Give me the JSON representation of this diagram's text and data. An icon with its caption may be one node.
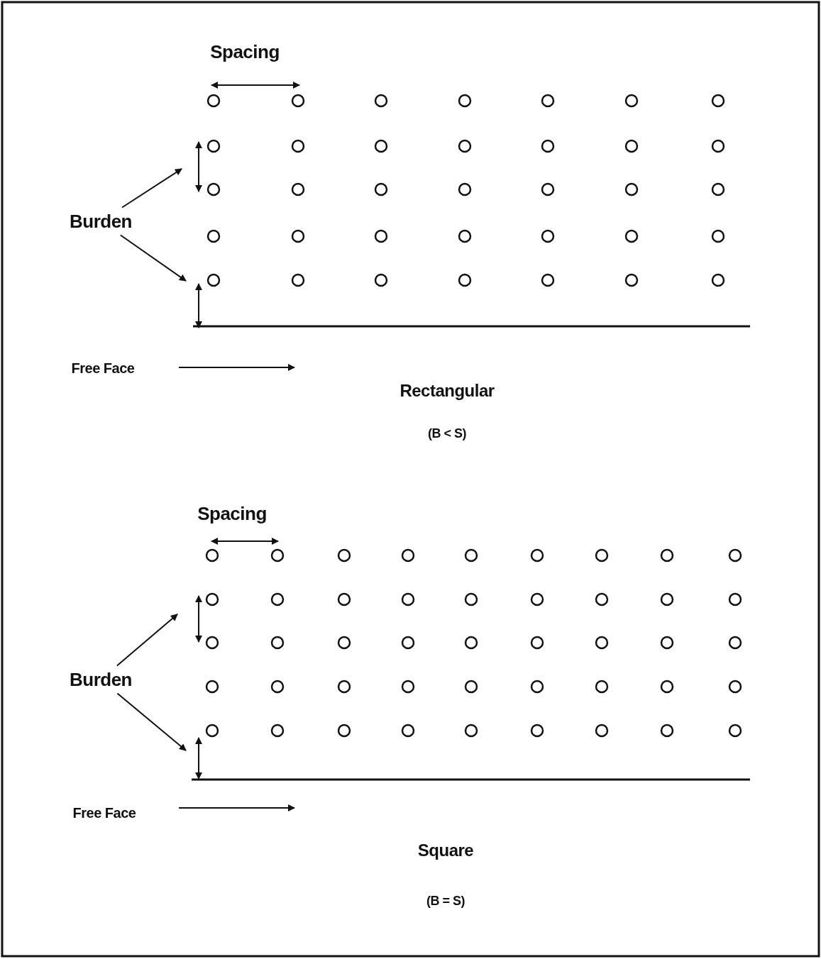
{
  "diagram": {
    "nodes": [
      {
        "text": [
          "Burden"
        ]
      },
      {
        "text": [
          "Burden"
        ]
      }
    ],
    "edges": [
      {
        "from": 0,
        "to": null,
        "arrow": "to"
      },
      {
        "from": 0,
        "to": null,
        "arrow": "to"
      },
      {
        "from": 1,
        "to": null,
        "arrow": "to"
      },
      {
        "from": 1,
        "to": null,
        "arrow": "to"
      }
    ],
    "labels": [
      "Spacing",
      "Free Face",
      "Rectangular",
      "(B < S)",
      "Spacing",
      "Free Face",
      "Square",
      "(B = S)"
    ]
  }
}
